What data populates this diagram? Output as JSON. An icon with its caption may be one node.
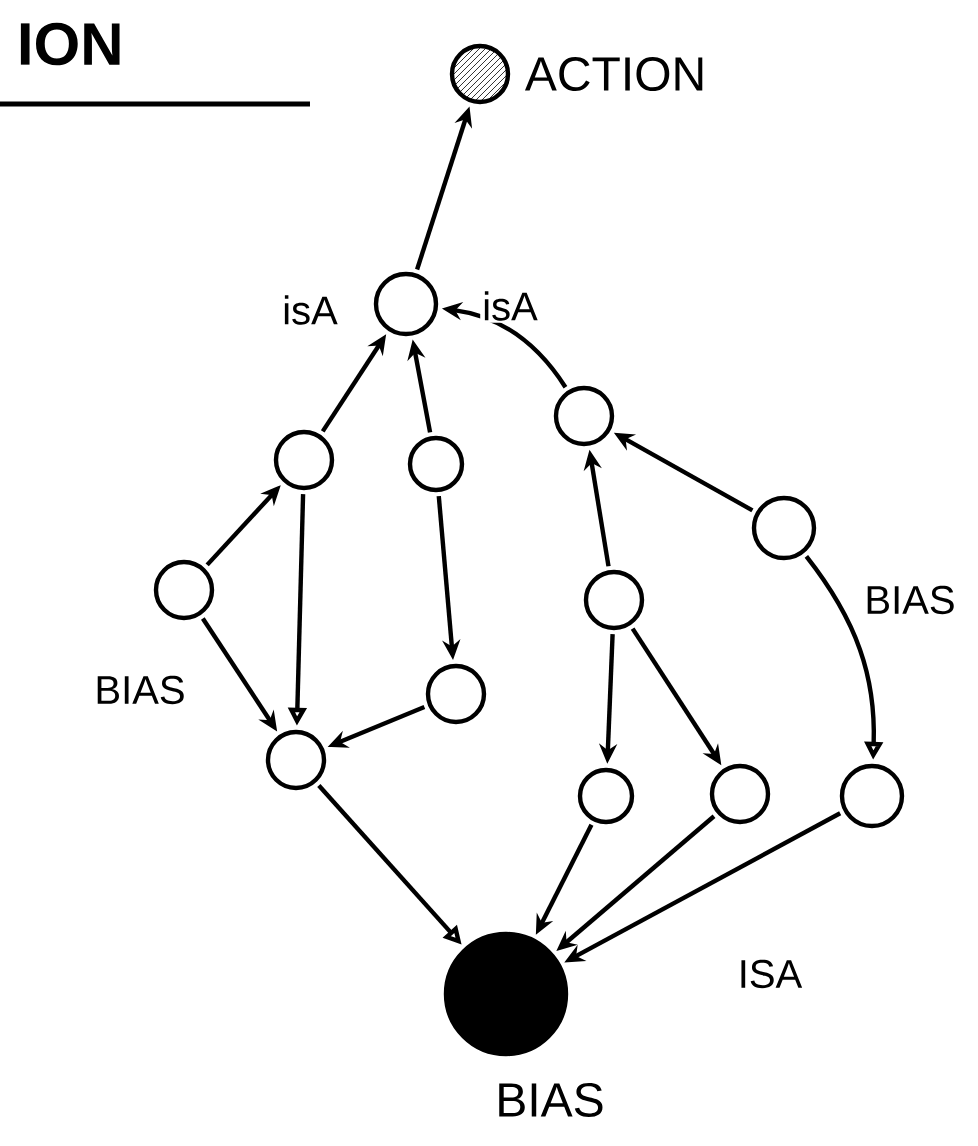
{
  "diagram": {
    "title": "ION",
    "nodes": [
      {
        "text": [
          "ACTION"
        ]
      },
      {
        "text": [],
        "shape": "circle"
      },
      {
        "text": [],
        "shape": "circle"
      },
      {
        "text": [],
        "shape": "circle"
      },
      {
        "text": [],
        "shape": "circle"
      },
      {
        "text": [],
        "shape": "circle"
      },
      {
        "text": [],
        "shape": "circle"
      },
      {
        "text": [],
        "shape": "circle"
      },
      {
        "text": [],
        "shape": "circle"
      },
      {
        "text": [],
        "shape": "circle"
      },
      {
        "text": [],
        "shape": "circle"
      },
      {
        "text": [],
        "shape": "circle"
      },
      {
        "text": [],
        "shape": "circle"
      },
      {
        "text": [
          "BIAS"
        ]
      }
    ],
    "edges": [
      {
        "from": 1,
        "to": 0,
        "arrow": "to"
      },
      {
        "from": 2,
        "to": 1,
        "arrow": "to",
        "label": "isA"
      },
      {
        "from": 3,
        "to": 1,
        "arrow": "to"
      },
      {
        "from": 4,
        "to": 1,
        "arrow": "to",
        "label": "isA"
      },
      {
        "from": 6,
        "to": 2,
        "arrow": "to"
      },
      {
        "from": 2,
        "to": 9,
        "arrow": "to"
      },
      {
        "from": 3,
        "to": 8,
        "arrow": "to"
      },
      {
        "from": 8,
        "to": 9,
        "arrow": "to"
      },
      {
        "from": 6,
        "to": 9,
        "arrow": "to",
        "label": "BIAS"
      },
      {
        "from": 7,
        "to": 4,
        "arrow": "to"
      },
      {
        "from": 5,
        "to": 4,
        "arrow": "to"
      },
      {
        "from": 5,
        "to": 12,
        "arrow": "to",
        "label": "BIAS"
      },
      {
        "from": 7,
        "to": 10,
        "arrow": "to"
      },
      {
        "from": 7,
        "to": 11,
        "arrow": "to"
      },
      {
        "from": 9,
        "to": 13,
        "arrow": "to"
      },
      {
        "from": 10,
        "to": 13,
        "arrow": "to"
      },
      {
        "from": 11,
        "to": 13,
        "arrow": "to"
      },
      {
        "from": 12,
        "to": 13,
        "arrow": "to",
        "label": "ISA"
      }
    ]
  }
}
